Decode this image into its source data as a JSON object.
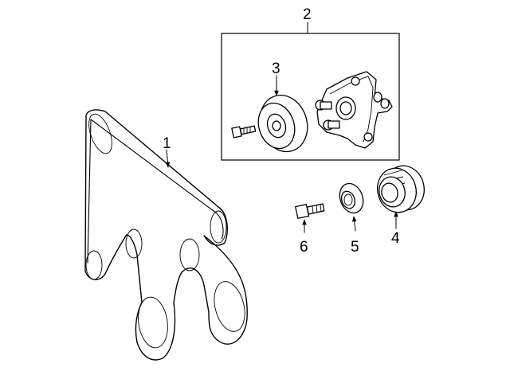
{
  "callouts": {
    "belt": "1",
    "tensioner_assembly": "2",
    "idler_pulley": "3",
    "crankshaft_pulley": "4",
    "washer": "5",
    "bolt": "6"
  }
}
